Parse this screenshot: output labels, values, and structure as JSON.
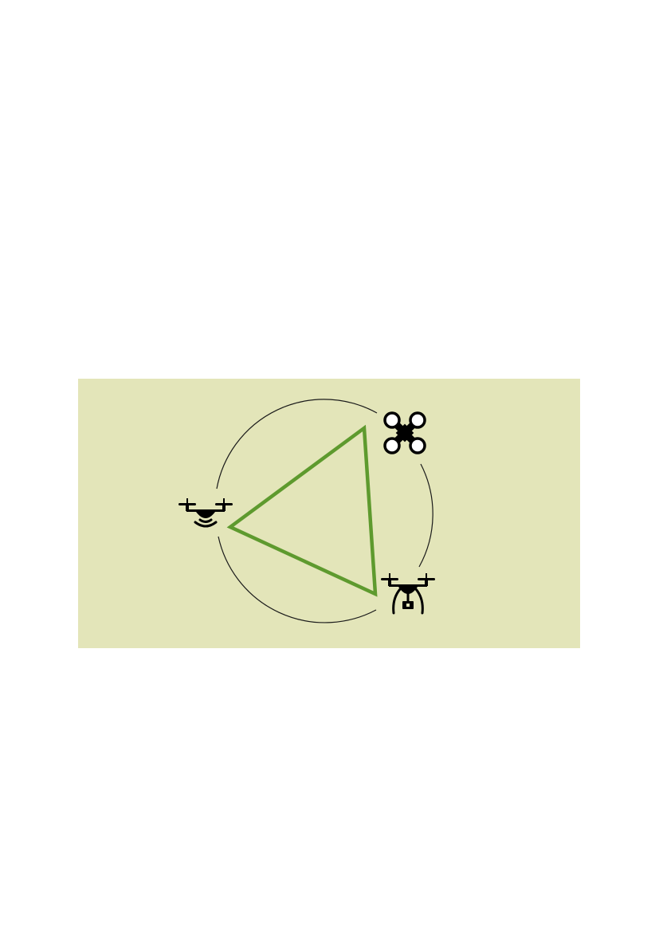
{
  "diagram": {
    "colors": {
      "background": "#e3e5b9",
      "triangle": "#5e9a2e",
      "orbit": "#1a1a1a",
      "icon": "#000000"
    },
    "nodes": [
      {
        "id": "quadcopter-top-view",
        "icon": "quadcopter-top-view-icon"
      },
      {
        "id": "drone-with-signal",
        "icon": "drone-signal-icon"
      },
      {
        "id": "drone-with-camera",
        "icon": "drone-camera-icon"
      }
    ],
    "edges": [
      [
        "quadcopter-top-view",
        "drone-with-signal"
      ],
      [
        "drone-with-signal",
        "drone-with-camera"
      ],
      [
        "drone-with-camera",
        "quadcopter-top-view"
      ]
    ]
  }
}
